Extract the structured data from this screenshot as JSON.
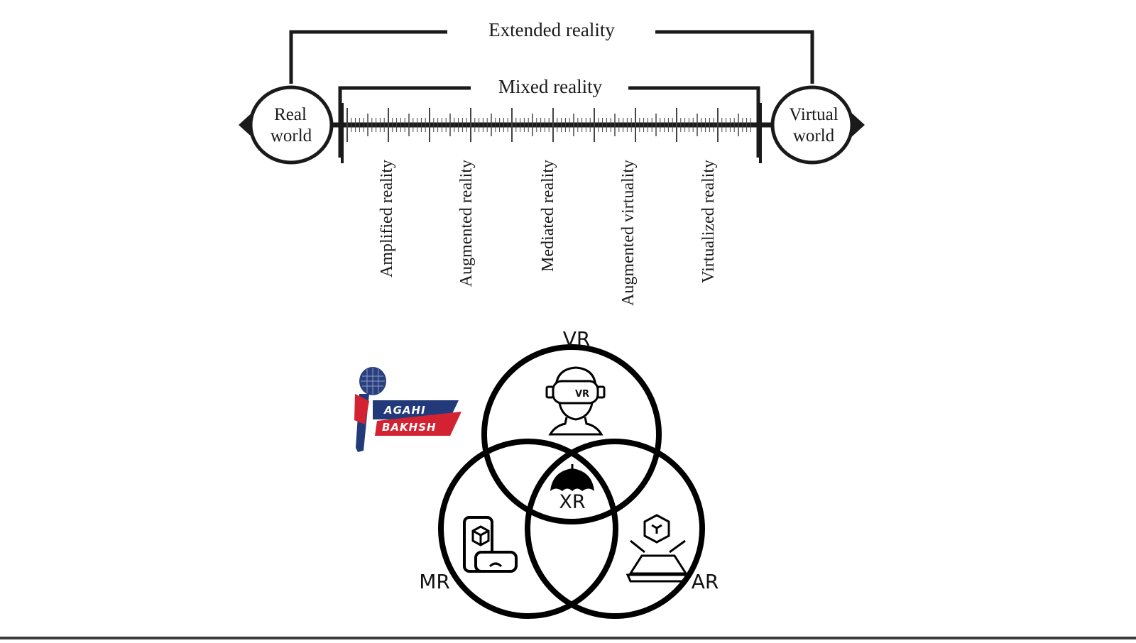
{
  "continuum": {
    "extended_label": "Extended reality",
    "mixed_label": "Mixed reality",
    "left_end": [
      "Real",
      "world"
    ],
    "right_end": [
      "Virtual",
      "world"
    ],
    "stages": [
      "Amplified reality",
      "Augmented reality",
      "Mediated reality",
      "Augmented virtuality",
      "Virtualized reality"
    ]
  },
  "venn": {
    "top_label": "VR",
    "left_label": "MR",
    "right_label": "AR",
    "center_label": "XR",
    "headset_badge": "VR",
    "icons": [
      "vr-headset-icon",
      "umbrella-icon",
      "phone-cube-icon",
      "ar-hologram-icon"
    ]
  },
  "logo": {
    "line1": "AGAHI",
    "line2": "BAKHSH",
    "colors": {
      "navy": "#233a7a",
      "red": "#d32232"
    }
  }
}
